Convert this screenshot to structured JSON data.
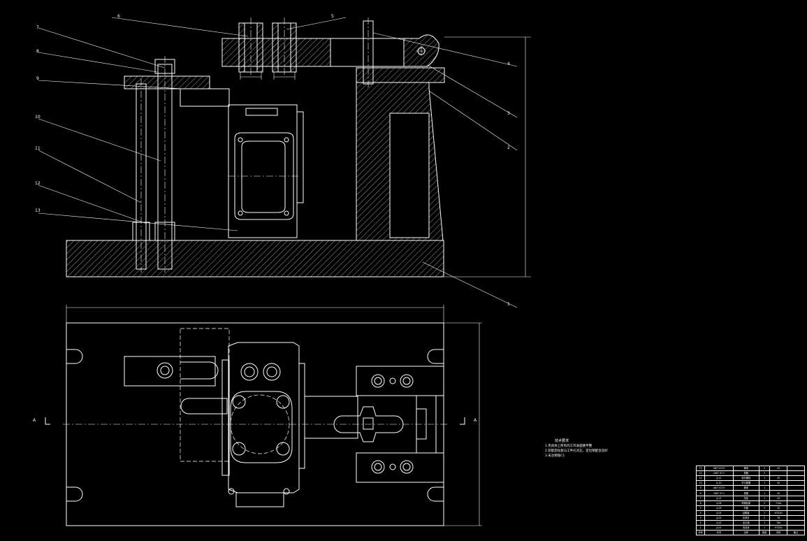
{
  "drawing": {
    "part_callouts": [
      "1",
      "2",
      "3",
      "4",
      "5",
      "6",
      "7",
      "8",
      "9",
      "10",
      "11",
      "12",
      "13"
    ],
    "view_markers": [
      "A",
      "A"
    ]
  },
  "notes": {
    "title": "技术要求",
    "lines": [
      "1.夹具体上所有的工作表面要平整",
      "2.装配后钻套与工件孔对正，定位销配合良好",
      "3.未注倒角C1"
    ]
  },
  "parts_list": {
    "rows": [
      [
        "13",
        "GB/T 6170",
        "螺母",
        "2",
        "45",
        ""
      ],
      [
        "12",
        "GB/T 97.1",
        "垫圈",
        "2",
        "",
        ""
      ],
      [
        "11",
        "JJ-11",
        "双头螺栓",
        "1",
        "45",
        ""
      ],
      [
        "10",
        "JJ-10",
        "开口垫圈",
        "1",
        "45",
        ""
      ],
      [
        "9",
        "GB/T 6170",
        "螺母",
        "1",
        "",
        ""
      ],
      [
        "8",
        "GB/T 97.1",
        "垫圈",
        "1",
        "45",
        ""
      ],
      [
        "7",
        "JJ-07",
        "压板",
        "1",
        "45",
        ""
      ],
      [
        "6",
        "JJ-06",
        "快换钻套",
        "2",
        "T10A",
        ""
      ],
      [
        "5",
        "JJ-05",
        "衬套",
        "2",
        "20",
        ""
      ],
      [
        "4",
        "JJ-04",
        "钻模板",
        "1",
        "HT200",
        ""
      ],
      [
        "3",
        "JJ-03",
        "支承钉",
        "2",
        "T8",
        ""
      ],
      [
        "2",
        "JJ-02",
        "定位销",
        "1",
        "T8A",
        ""
      ],
      [
        "1",
        "JJ-01",
        "夹具体",
        "1",
        "HT200",
        ""
      ],
      [
        "序号",
        "代号",
        "名称",
        "数量",
        "材料",
        "备注"
      ]
    ]
  }
}
